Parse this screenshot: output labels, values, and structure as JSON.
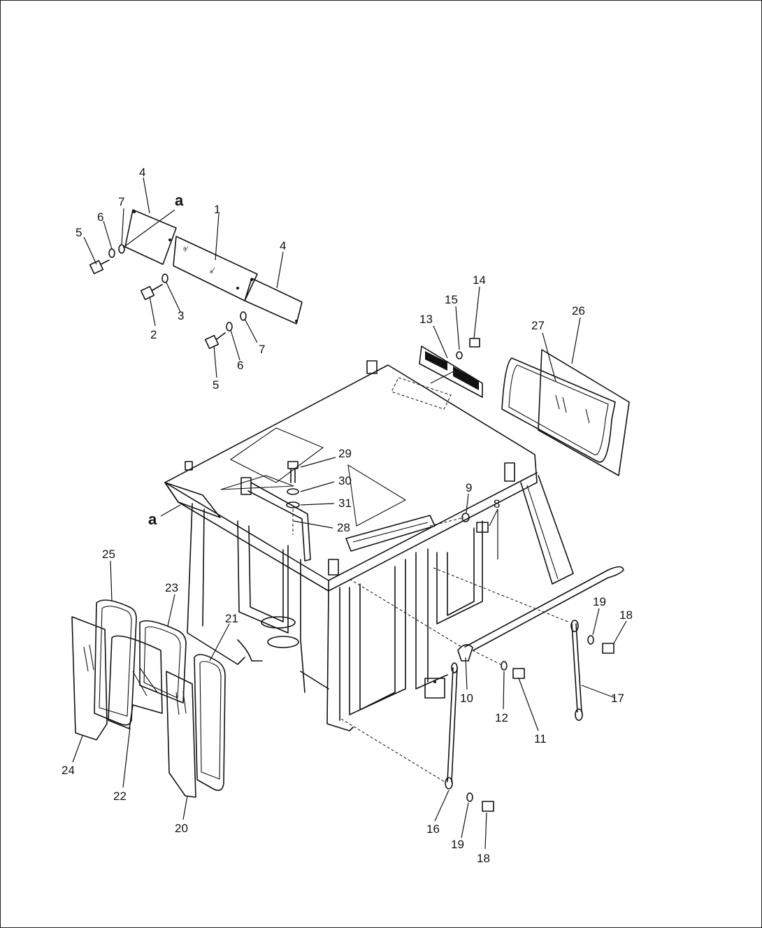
{
  "diagram": {
    "colors": {
      "line": "#111111",
      "background": "#ffffff"
    },
    "ref_marks": [
      {
        "id": "a-top",
        "text": "a"
      },
      {
        "id": "a-side",
        "text": "a"
      }
    ],
    "part_labels": [
      {
        "id": "p1",
        "text": "1"
      },
      {
        "id": "p2",
        "text": "2"
      },
      {
        "id": "p3",
        "text": "3"
      },
      {
        "id": "p4a",
        "text": "4"
      },
      {
        "id": "p4b",
        "text": "4"
      },
      {
        "id": "p5a",
        "text": "5"
      },
      {
        "id": "p5b",
        "text": "5"
      },
      {
        "id": "p6a",
        "text": "6"
      },
      {
        "id": "p6b",
        "text": "6"
      },
      {
        "id": "p7a",
        "text": "7"
      },
      {
        "id": "p7b",
        "text": "7"
      },
      {
        "id": "p8",
        "text": "8"
      },
      {
        "id": "p9",
        "text": "9"
      },
      {
        "id": "p10",
        "text": "10"
      },
      {
        "id": "p11",
        "text": "11"
      },
      {
        "id": "p12",
        "text": "12"
      },
      {
        "id": "p13",
        "text": "13"
      },
      {
        "id": "p14",
        "text": "14"
      },
      {
        "id": "p15",
        "text": "15"
      },
      {
        "id": "p16",
        "text": "16"
      },
      {
        "id": "p17",
        "text": "17"
      },
      {
        "id": "p18a",
        "text": "18"
      },
      {
        "id": "p18b",
        "text": "18"
      },
      {
        "id": "p19a",
        "text": "19"
      },
      {
        "id": "p19b",
        "text": "19"
      },
      {
        "id": "p20",
        "text": "20"
      },
      {
        "id": "p21",
        "text": "21"
      },
      {
        "id": "p22",
        "text": "22"
      },
      {
        "id": "p23",
        "text": "23"
      },
      {
        "id": "p24",
        "text": "24"
      },
      {
        "id": "p25",
        "text": "25"
      },
      {
        "id": "p26",
        "text": "26"
      },
      {
        "id": "p27",
        "text": "27"
      },
      {
        "id": "p28",
        "text": "28"
      },
      {
        "id": "p29",
        "text": "29"
      },
      {
        "id": "p30",
        "text": "30"
      },
      {
        "id": "p31",
        "text": "31"
      }
    ]
  }
}
